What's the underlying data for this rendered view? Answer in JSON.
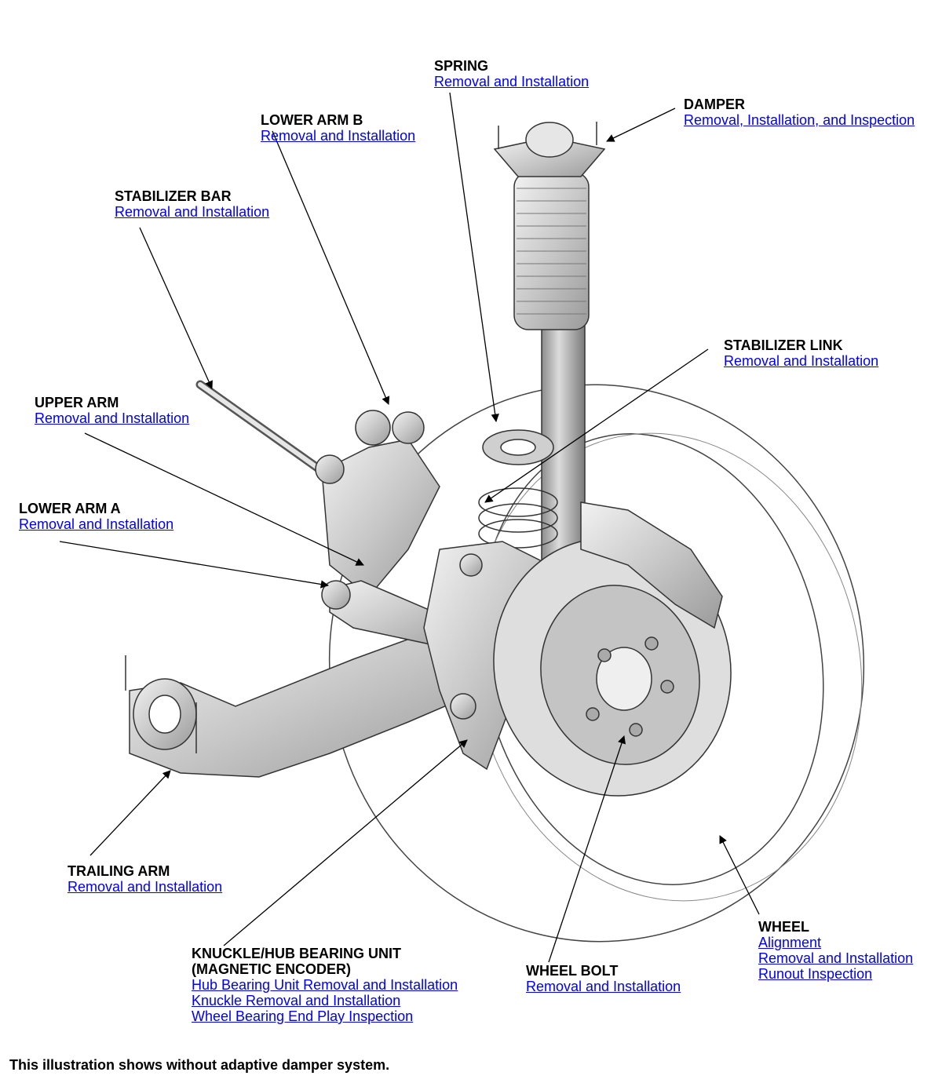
{
  "callouts": {
    "spring": {
      "title": "SPRING",
      "links": [
        "Removal and Installation"
      ]
    },
    "damper": {
      "title": "DAMPER",
      "links": [
        "Removal, Installation, and Inspection"
      ]
    },
    "lower_arm_b": {
      "title": "LOWER ARM B",
      "links": [
        "Removal and Installation"
      ]
    },
    "stabilizer_bar": {
      "title": "STABILIZER BAR",
      "links": [
        "Removal and Installation"
      ]
    },
    "stabilizer_link": {
      "title": "STABILIZER LINK",
      "links": [
        "Removal and Installation"
      ]
    },
    "upper_arm": {
      "title": "UPPER ARM",
      "links": [
        "Removal and Installation"
      ]
    },
    "lower_arm_a": {
      "title": "LOWER ARM A",
      "links": [
        "Removal and Installation"
      ]
    },
    "trailing_arm": {
      "title": "TRAILING ARM",
      "links": [
        "Removal and Installation"
      ]
    },
    "knuckle": {
      "title_lines": [
        "KNUCKLE/HUB BEARING UNIT",
        "(MAGNETIC ENCODER)"
      ],
      "links": [
        "Hub Bearing Unit Removal and Installation",
        "Knuckle Removal and Installation",
        "Wheel Bearing End Play Inspection"
      ]
    },
    "wheel_bolt": {
      "title": "WHEEL BOLT",
      "links": [
        "Removal and Installation"
      ]
    },
    "wheel": {
      "title": "WHEEL",
      "links": [
        "Alignment",
        "Removal and Installation",
        "Runout Inspection"
      ]
    }
  },
  "footnote": "This illustration shows without adaptive damper system.",
  "colors": {
    "link": "#0000ee",
    "text": "#000000",
    "part_fill": "#d9d9d9",
    "part_stroke": "#333333"
  }
}
